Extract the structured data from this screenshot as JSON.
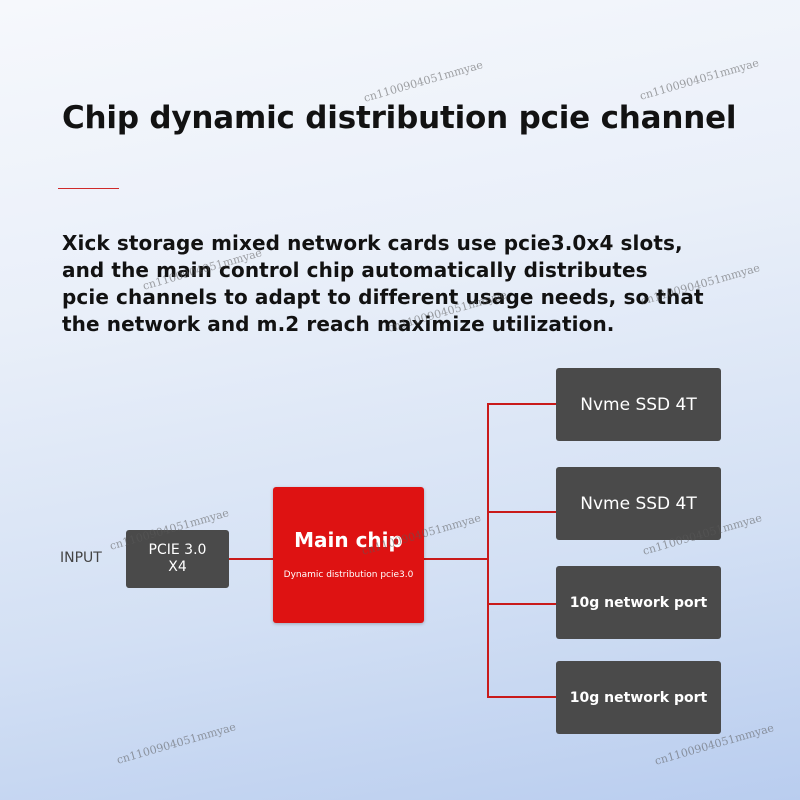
{
  "title": "Chip dynamic distribution pcie channel",
  "description": [
    "Xick storage mixed network cards use pcie3.0x4 slots,",
    "and the main control chip automatically distributes",
    "pcie channels to adapt to different usage needs, so that",
    "the network and m.2 reach maximize utilization."
  ],
  "diagram": {
    "input_label": "INPUT",
    "input_box": {
      "line1": "PCIE 3.0",
      "line2": "X4"
    },
    "main_chip": {
      "title": "Main chip",
      "subtitle": "Dynamic distribution pcie3.0"
    },
    "outputs": [
      {
        "label": "Nvme SSD 4T"
      },
      {
        "label": "Nvme SSD 4T"
      },
      {
        "label": "10g network port"
      },
      {
        "label": "10g network port"
      }
    ]
  },
  "watermark": "cn1100904051mmyae",
  "colors": {
    "accent_red": "#de1212",
    "line_red": "#c91a1a",
    "box_gray": "#4a4a4a"
  }
}
